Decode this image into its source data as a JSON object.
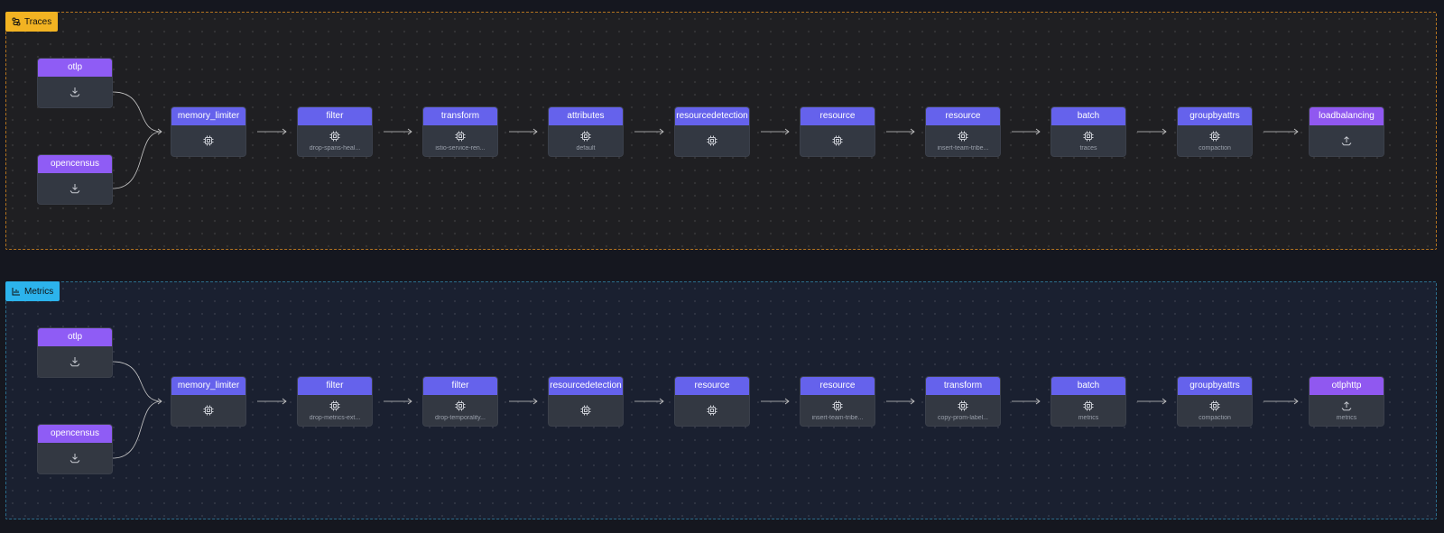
{
  "pipelines": [
    {
      "id": "traces",
      "label": "Traces",
      "icon": "route-icon",
      "receivers": [
        {
          "name": "otlp"
        },
        {
          "name": "opencensus"
        }
      ],
      "processors": [
        {
          "name": "memory_limiter",
          "sub": ""
        },
        {
          "name": "filter",
          "sub": "drop-spans-heal..."
        },
        {
          "name": "transform",
          "sub": "istio-service-ren..."
        },
        {
          "name": "attributes",
          "sub": "default"
        },
        {
          "name": "resourcedetection",
          "sub": ""
        },
        {
          "name": "resource",
          "sub": ""
        },
        {
          "name": "resource",
          "sub": "insert-team-tribe..."
        },
        {
          "name": "batch",
          "sub": "traces"
        },
        {
          "name": "groupbyattrs",
          "sub": "compaction"
        }
      ],
      "exporter": {
        "name": "loadbalancing",
        "sub": ""
      }
    },
    {
      "id": "metrics",
      "label": "Metrics",
      "icon": "bar-chart-icon",
      "receivers": [
        {
          "name": "otlp"
        },
        {
          "name": "opencensus"
        }
      ],
      "processors": [
        {
          "name": "memory_limiter",
          "sub": ""
        },
        {
          "name": "filter",
          "sub": "drop-metrics-ext..."
        },
        {
          "name": "filter",
          "sub": "drop-temporality..."
        },
        {
          "name": "resourcedetection",
          "sub": ""
        },
        {
          "name": "resource",
          "sub": ""
        },
        {
          "name": "resource",
          "sub": "insert-team-tribe..."
        },
        {
          "name": "transform",
          "sub": "copy-prom-label..."
        },
        {
          "name": "batch",
          "sub": "metrics"
        },
        {
          "name": "groupbyattrs",
          "sub": "compaction"
        }
      ],
      "exporter": {
        "name": "otlphttp",
        "sub": "metrics"
      }
    }
  ]
}
